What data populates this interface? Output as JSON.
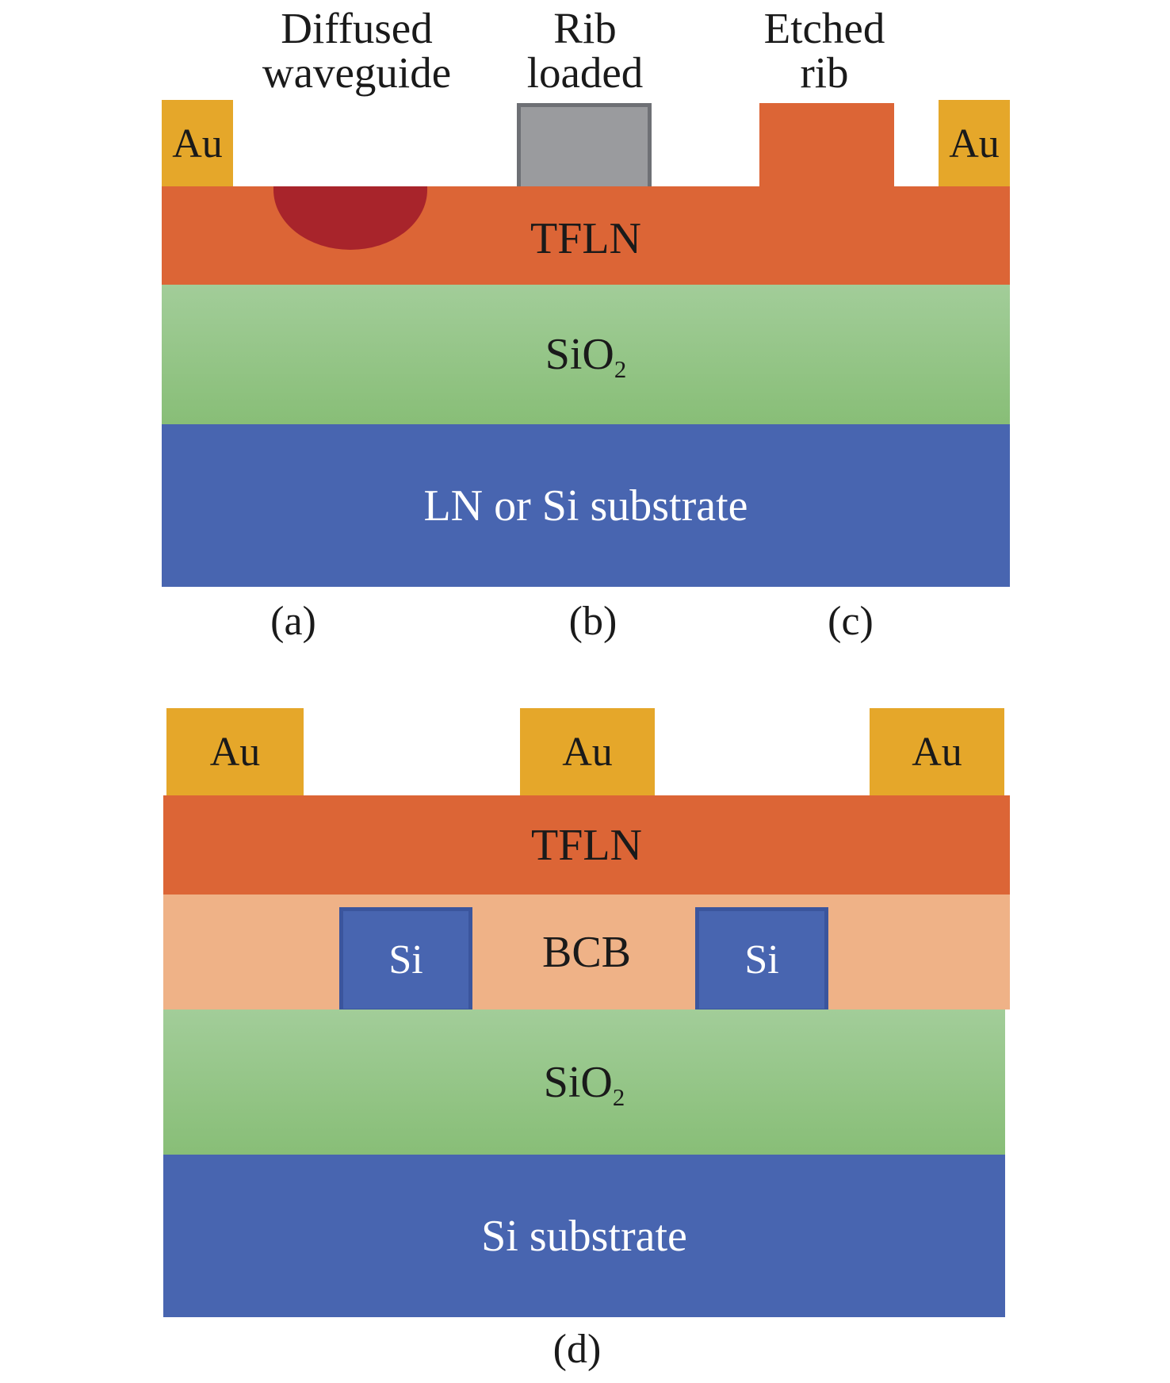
{
  "figure_top": {
    "headings": {
      "diffused": [
        "Diffused",
        "waveguide"
      ],
      "rib_loaded": [
        "Rib",
        "loaded"
      ],
      "etched_rib": [
        "Etched",
        "rib"
      ]
    },
    "au_left": "Au",
    "au_right": "Au",
    "tfln": "TFLN",
    "sio2_base": "SiO",
    "sio2_sub": "2",
    "substrate": "LN or Si substrate",
    "panel_labels": {
      "a": "(a)",
      "b": "(b)",
      "c": "(c)"
    }
  },
  "figure_bottom": {
    "au_left": "Au",
    "au_center": "Au",
    "au_right": "Au",
    "tfln": "TFLN",
    "bcb": "BCB",
    "si_left": "Si",
    "si_right": "Si",
    "sio2_base": "SiO",
    "sio2_sub": "2",
    "substrate": "Si substrate",
    "panel_label": "(d)"
  },
  "colors": {
    "au": "#e5a72a",
    "tfln": "#dc6536",
    "sio2": "#96c88a",
    "substrate": "#4865b0",
    "bcb": "#efb287",
    "rib_loaded": "#9a9b9e",
    "diffused_waveguide": "#a8242b"
  }
}
